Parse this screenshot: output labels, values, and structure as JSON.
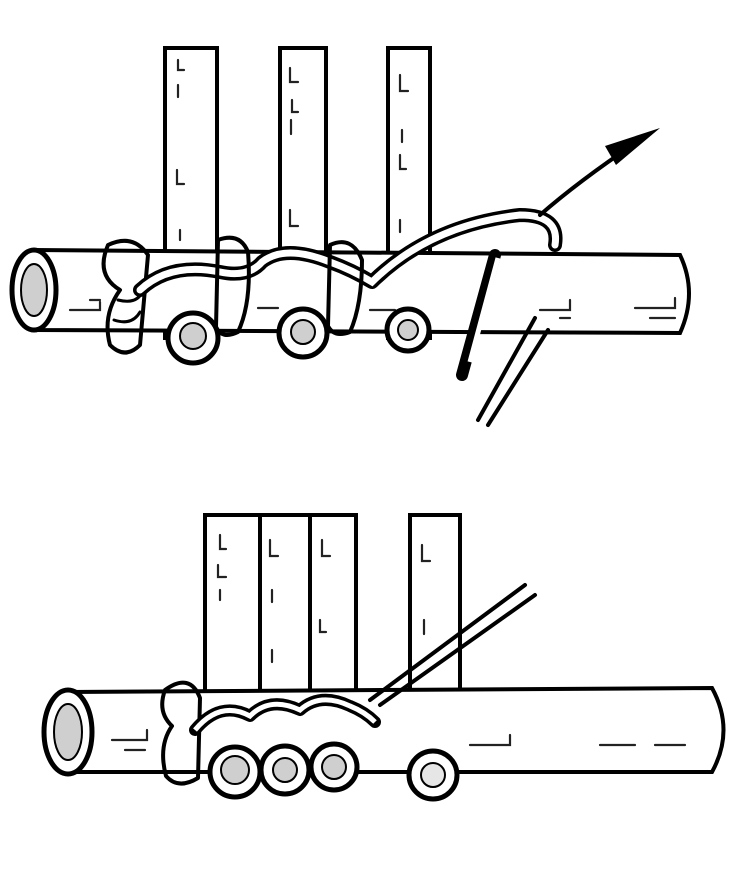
{
  "figures": [
    {
      "id": "step-1",
      "stakes": 3,
      "wraps": 3,
      "working_end_direction": "up-right-arrow"
    },
    {
      "id": "step-2",
      "stakes": 4,
      "wraps": 3,
      "working_end_direction": "up-right"
    }
  ],
  "colors": {
    "ink": "#000000",
    "wood": "#ffffff",
    "end_grain": "#cfcfcf"
  }
}
